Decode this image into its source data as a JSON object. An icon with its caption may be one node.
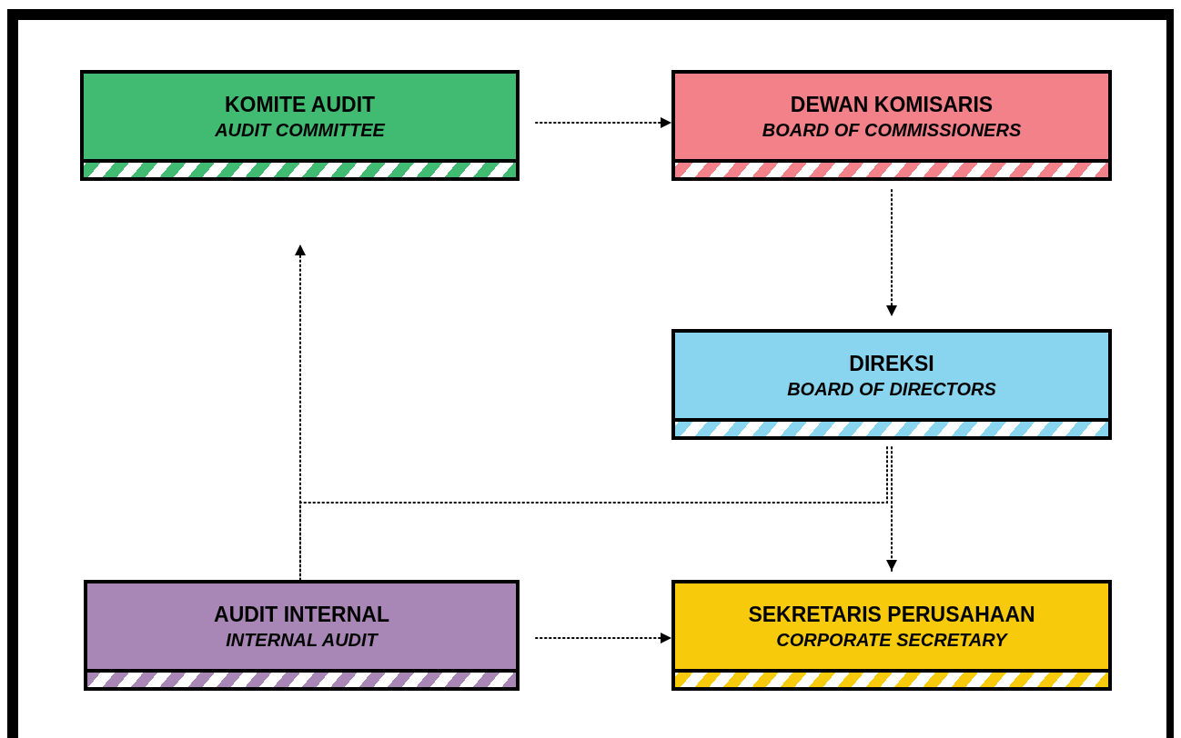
{
  "diagram": {
    "nodes": [
      {
        "text": [
          "KOMITE AUDIT",
          "AUDIT COMMITTEE"
        ]
      },
      {
        "text": [
          "DEWAN KOMISARIS",
          "BOARD OF COMMISSIONERS"
        ]
      },
      {
        "text": [
          "DIREKSI",
          "BOARD OF DIRECTORS"
        ]
      },
      {
        "text": [
          "AUDIT INTERNAL",
          "INTERNAL AUDIT"
        ]
      },
      {
        "text": [
          "SEKRETARIS PERUSAHAAN",
          "CORPORATE SECRETARY"
        ]
      }
    ],
    "edges": [
      {
        "from": 0,
        "to": 1,
        "arrow": "to",
        "style": "dashed"
      },
      {
        "from": 1,
        "to": 2,
        "arrow": "to",
        "style": "dashed"
      },
      {
        "from": 2,
        "to": 4,
        "arrow": "to",
        "style": "dashed"
      },
      {
        "from": 3,
        "to": 0,
        "arrow": "to",
        "style": "dashed"
      },
      {
        "from": 3,
        "to": 4,
        "arrow": "to",
        "style": "dashed"
      },
      {
        "from": 2,
        "to": 3,
        "arrow": "none",
        "style": "dashed"
      }
    ]
  }
}
